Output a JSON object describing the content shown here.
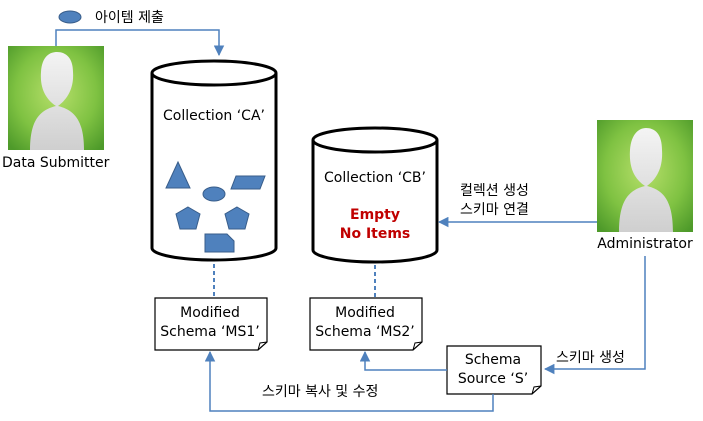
{
  "title_note": "아이템 제출",
  "actors": {
    "submitter": {
      "label": "Data Submitter"
    },
    "administrator": {
      "label": "Administrator"
    }
  },
  "collections": {
    "ca": {
      "label": "Collection ‘CA’"
    },
    "cb": {
      "label": "Collection ‘CB’",
      "empty_line1": "Empty",
      "empty_line2": "No Items"
    }
  },
  "schemas": {
    "ms1": {
      "line1": "Modified",
      "line2": "Schema ‘MS1’"
    },
    "ms2": {
      "line1": "Modified",
      "line2": "Schema ‘MS2’"
    },
    "source": {
      "line1": "Schema",
      "line2": "Source ‘S’"
    }
  },
  "edge_labels": {
    "create_collection_line1": "컬렉션 생성",
    "create_collection_line2": "스키마 연결",
    "create_schema": "스키마 생성",
    "copy_modify_schema": "스키마 복사 및 수정"
  },
  "colors": {
    "shape_fill": "#4f81bd",
    "shape_stroke": "#385d8a",
    "arrow": "#4f81bd",
    "empty_text": "#c00000",
    "avatar_bg": "#7fc242"
  }
}
